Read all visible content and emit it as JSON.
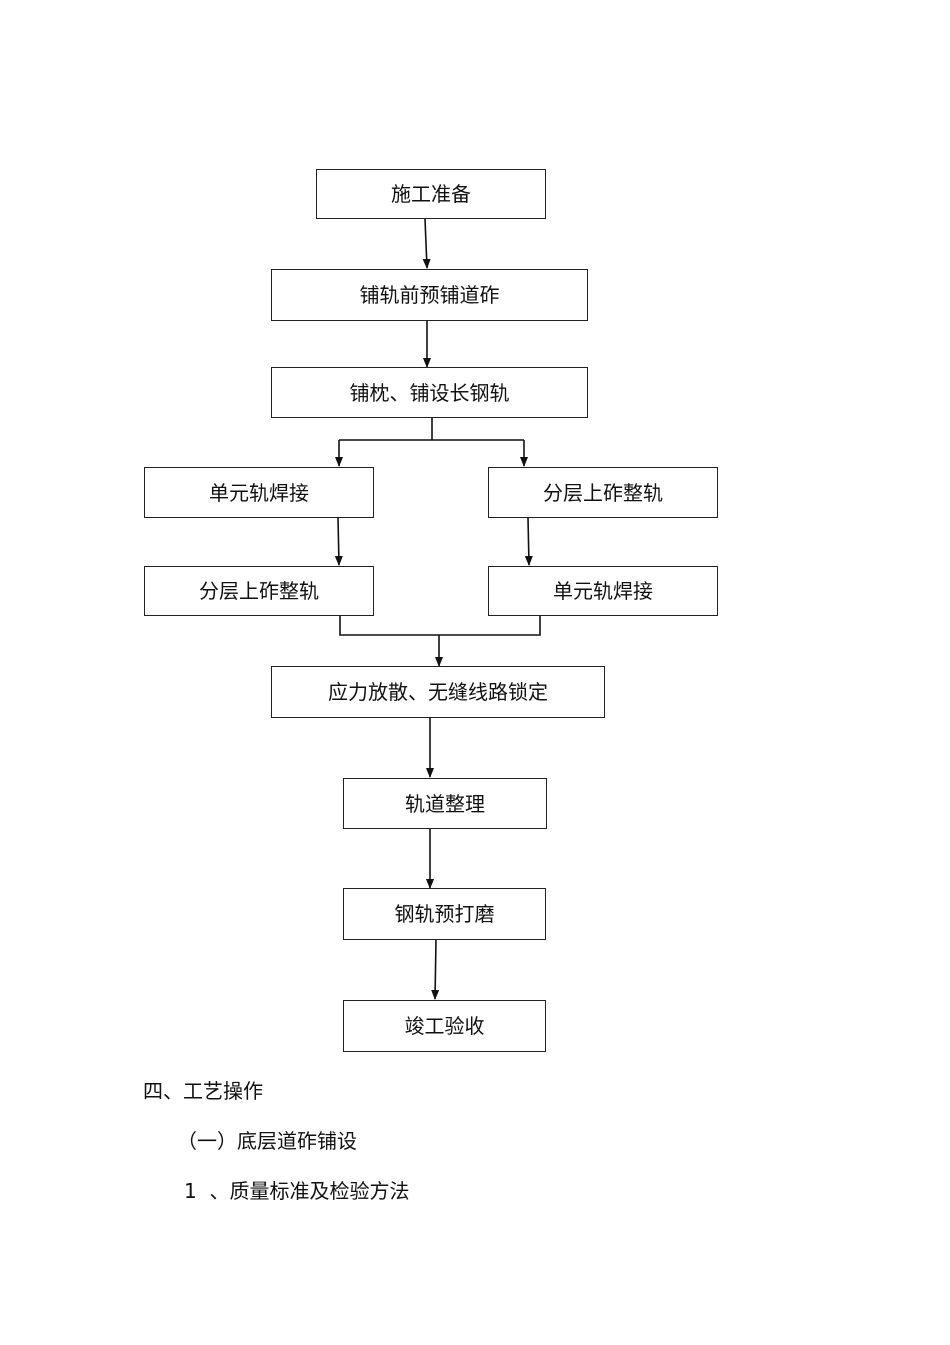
{
  "flowchart": {
    "steps": {
      "prepare": "施工准备",
      "pre_ballast": "铺轨前预铺道砟",
      "lay_rail": "铺枕、铺设长钢轨",
      "left_weld": "单元轨焊接",
      "right_ballast": "分层上砟整轨",
      "left_ballast": "分层上砟整轨",
      "right_weld": "单元轨焊接",
      "stress_lock": "应力放散、无缝线路锁定",
      "track_finish": "轨道整理",
      "rail_grind": "钢轨预打磨",
      "acceptance": "竣工验收"
    }
  },
  "text": {
    "section_heading": "四、工艺操作",
    "subsection_heading": "（一）底层道砟铺设",
    "item_heading": "1  、质量标准及检验方法"
  }
}
